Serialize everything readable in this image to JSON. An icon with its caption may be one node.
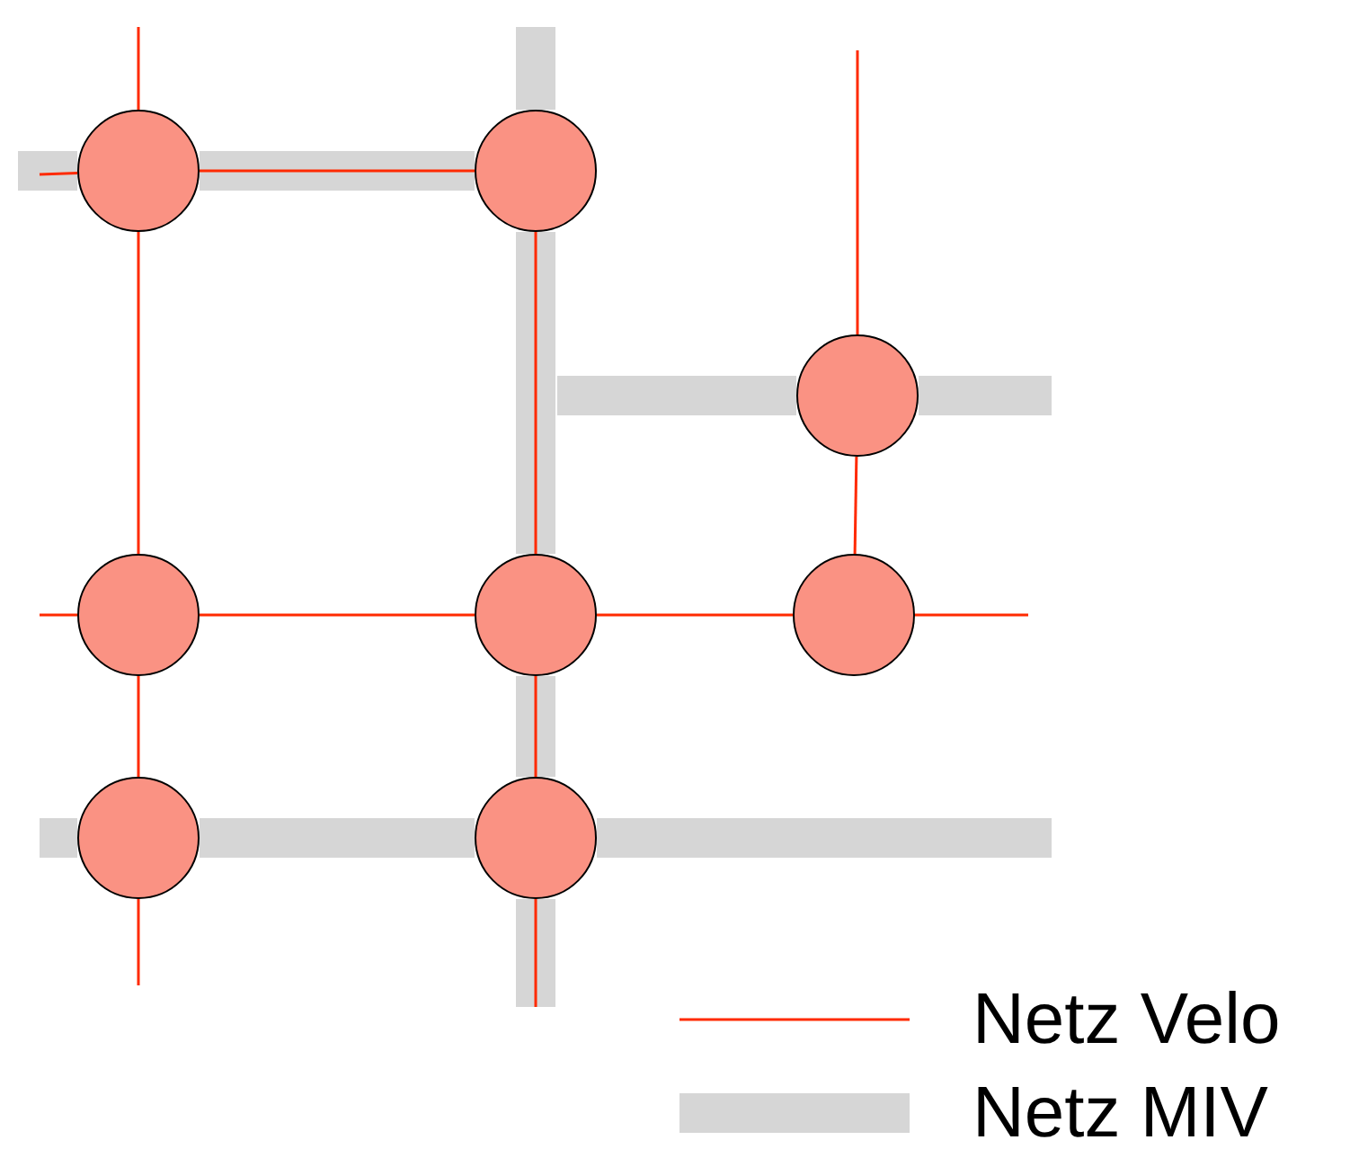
{
  "diagram": {
    "nodes": [
      {
        "text": [],
        "shape": "circle"
      },
      {
        "text": [],
        "shape": "circle"
      },
      {
        "text": [],
        "shape": "circle"
      },
      {
        "text": [],
        "shape": "circle"
      },
      {
        "text": [],
        "shape": "circle"
      },
      {
        "text": [],
        "shape": "circle"
      },
      {
        "text": [],
        "shape": "circle"
      },
      {
        "text": [],
        "shape": "circle"
      }
    ],
    "edges": [
      {
        "from": 0,
        "to": 1,
        "arrow": "none"
      },
      {
        "from": 0,
        "to": 3,
        "arrow": "none"
      },
      {
        "from": 3,
        "to": 6,
        "arrow": "none"
      },
      {
        "from": 1,
        "to": 4,
        "arrow": "none"
      },
      {
        "from": 4,
        "to": 7,
        "arrow": "none"
      },
      {
        "from": 3,
        "to": 4,
        "arrow": "none"
      },
      {
        "from": 4,
        "to": 5,
        "arrow": "none"
      },
      {
        "from": 2,
        "to": 5,
        "arrow": "none"
      },
      {
        "from": null,
        "to": 0,
        "arrow": "none"
      },
      {
        "from": null,
        "to": 0,
        "arrow": "none"
      },
      {
        "from": null,
        "to": 3,
        "arrow": "none"
      },
      {
        "from": 5,
        "to": null,
        "arrow": "none"
      },
      {
        "from": null,
        "to": 2,
        "arrow": "none"
      },
      {
        "from": 6,
        "to": null,
        "arrow": "none"
      },
      {
        "from": 7,
        "to": null,
        "arrow": "none"
      },
      {
        "from": 0,
        "to": 1,
        "arrow": "none",
        "style": "thick",
        "color": "#d6d6d6"
      },
      {
        "from": 1,
        "to": 4,
        "arrow": "none",
        "style": "thick",
        "color": "#d6d6d6"
      },
      {
        "from": 4,
        "to": 7,
        "arrow": "none",
        "style": "thick",
        "color": "#d6d6d6"
      },
      {
        "from": 6,
        "to": 7,
        "arrow": "none",
        "style": "thick",
        "color": "#d6d6d6"
      },
      {
        "from": null,
        "to": 2,
        "arrow": "none",
        "style": "thick",
        "color": "#d6d6d6"
      },
      {
        "from": null,
        "to": 0,
        "arrow": "none",
        "style": "thick",
        "color": "#d6d6d6"
      },
      {
        "from": null,
        "to": 1,
        "arrow": "none",
        "style": "thick",
        "color": "#d6d6d6"
      },
      {
        "from": 7,
        "to": null,
        "arrow": "none",
        "style": "thick",
        "color": "#d6d6d6"
      },
      {
        "from": null,
        "to": 6,
        "arrow": "none",
        "style": "thick",
        "color": "#d6d6d6"
      },
      {
        "from": 7,
        "to": null,
        "arrow": "none",
        "style": "thick",
        "color": "#d6d6d6"
      },
      {
        "from": 2,
        "to": null,
        "arrow": "none",
        "style": "thick",
        "color": "#d6d6d6"
      }
    ],
    "legend": [
      {
        "text": "Netz Velo"
      },
      {
        "text": "Netz MIV",
        "color": "#d6d6d6"
      }
    ]
  }
}
